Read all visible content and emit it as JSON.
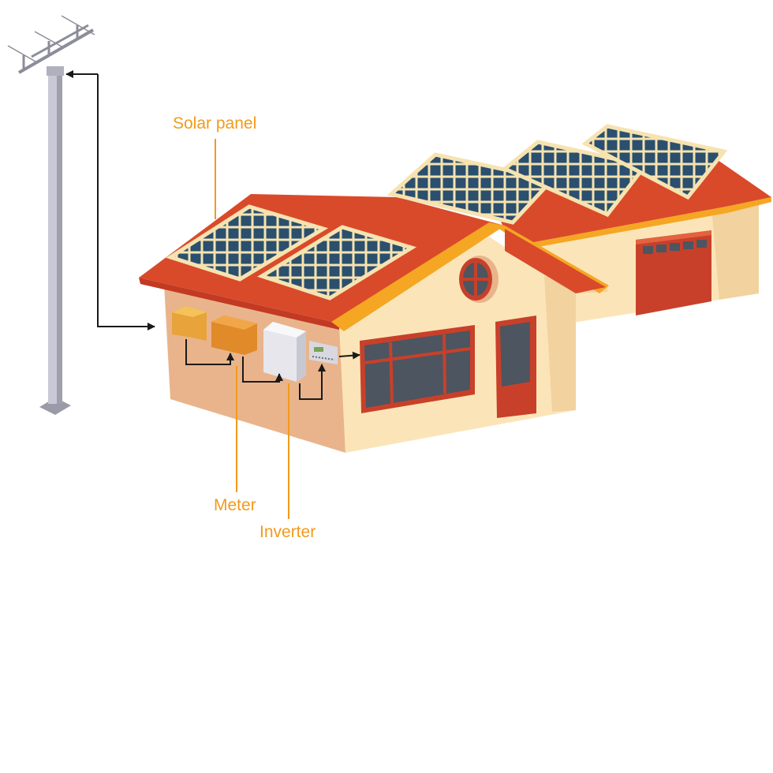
{
  "labels": {
    "solar_panel": "Solar panel",
    "meter": "Meter",
    "inverter": "Inverter"
  },
  "colors": {
    "label": "#f29a1b",
    "roof": "#d94a2b",
    "wall_front": "#fbe5b8",
    "wall_side": "#e9b48b",
    "panel_cell": "#2b4f6e",
    "panel_frame": "#f6e3b0",
    "pole": "#b8b8c6",
    "door": "#c8402a",
    "window": "#4c5560",
    "wire": "#1a1a1a"
  }
}
